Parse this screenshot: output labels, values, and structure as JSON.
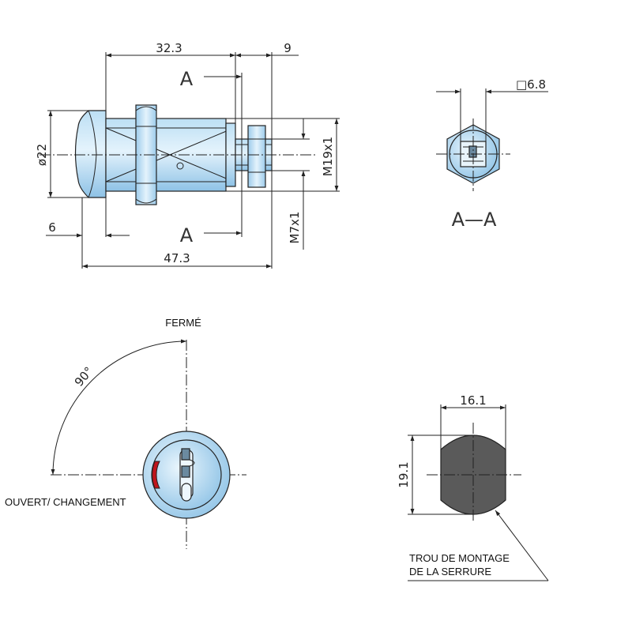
{
  "colors": {
    "metal_light": "#d7ecf8",
    "metal_mid": "#a9d2ee",
    "metal_dark": "#7fb4da",
    "indicator_red": "#c0141b",
    "hole_fill": "#5a5a5a",
    "line": "#222222"
  },
  "dimensions": {
    "length_top": "32.3",
    "nut_offset": "9",
    "overall_length": "47.3",
    "flange_width": "6",
    "flange_diameter": "ø22",
    "main_thread": "M19x1",
    "end_thread": "M7x1",
    "square_drive": "□6.8",
    "hole_width": "16.1",
    "hole_height": "19.1"
  },
  "section": {
    "marker": "A",
    "view_label": "A—A"
  },
  "rotation": {
    "closed_label": "FERMÉ",
    "open_label": "OUVERT/ CHANGEMENT",
    "angle_label": "90°"
  },
  "mounting_hole": {
    "label_line1": "TROU DE MONTAGE",
    "label_line2": "DE LA SERRURE"
  }
}
